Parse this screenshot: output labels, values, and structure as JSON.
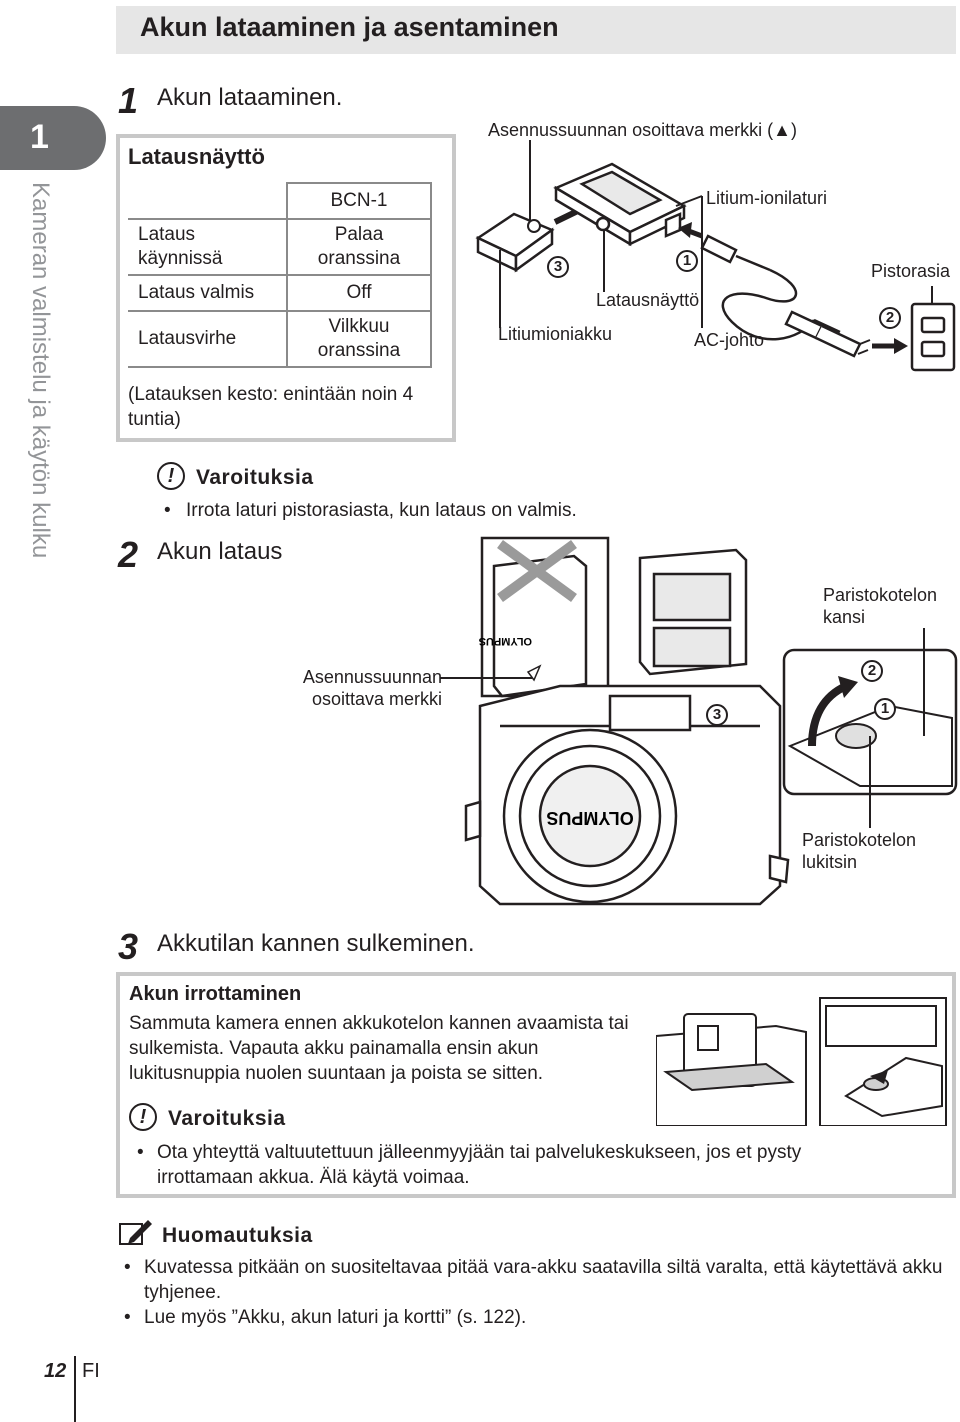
{
  "header": {
    "title": "Akun lataaminen ja asentaminen"
  },
  "chapter": {
    "number": "1",
    "side_title": "Kameran valmistelu ja käytön kulku"
  },
  "step1": {
    "number": "1",
    "title": "Akun lataaminen."
  },
  "charge_box": {
    "title": "Latausnäyttö",
    "column_header": "BCN-1",
    "rows": [
      {
        "label": "Lataus käynnissä",
        "value": "Palaa oranssina"
      },
      {
        "label": "Lataus valmis",
        "value": "Off"
      },
      {
        "label": "Latausvirhe",
        "value": "Vilkkuu oranssina"
      }
    ],
    "note": "(Latauksen kesto: enintään noin 4 tuntia)"
  },
  "diagram1": {
    "direction_mark": "Asennussuunnan osoittava merkki (▲)",
    "charger": "Litium-ionilaturi",
    "outlet": "Pistorasia",
    "indicator": "Latausnäyttö",
    "battery": "Litiumioniakku",
    "ac_cord": "AC-johto",
    "markers": [
      "1",
      "2",
      "3"
    ]
  },
  "warning1": {
    "title": "Varoituksia",
    "items": [
      "Irrota laturi pistorasiasta, kun lataus on valmis."
    ]
  },
  "step2": {
    "number": "2",
    "title": "Akun lataus"
  },
  "diagram2": {
    "direction_mark": "Asennussuunnan osoittava merkki",
    "cover": "Paristokotelon kansi",
    "lock": "Paristokotelon lukitsin",
    "brand": "OLYMPUS",
    "markers": [
      "1",
      "2",
      "3"
    ]
  },
  "step3": {
    "number": "3",
    "title": "Akkutilan kannen sulkeminen."
  },
  "removal": {
    "title": "Akun irrottaminen",
    "text": "Sammuta kamera ennen akkukotelon kannen avaamista tai sulkemista. Vapauta akku painamalla ensin akun lukitusnuppia nuolen suuntaan ja poista se sitten.",
    "warning_title": "Varoituksia",
    "warning_items": [
      "Ota yhteyttä valtuutettuun jälleenmyyjään tai palvelukeskukseen, jos et pysty irrottamaan akkua. Älä käytä voimaa."
    ]
  },
  "notes": {
    "title": "Huomautuksia",
    "items": [
      "Kuvatessa pitkään on suositeltavaa pitää vara-akku saatavilla siltä varalta, että käytettävä akku tyhjenee.",
      "Lue myös ”Akku, akun laturi ja kortti” (s. 122)."
    ]
  },
  "footer": {
    "page": "12",
    "lang": "FI"
  }
}
